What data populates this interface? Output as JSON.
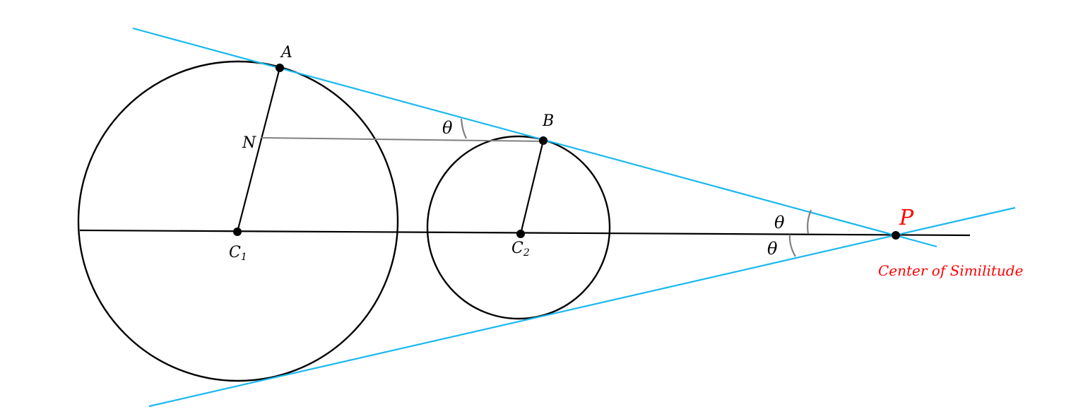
{
  "labels": {
    "A": "A",
    "B": "B",
    "N": "N",
    "C": "C",
    "c1_sub": "1",
    "c2_sub": "2",
    "P": "P",
    "theta_top": "θ",
    "theta_mid": "θ",
    "theta_bottom": "θ",
    "caption": "Center of Similitude"
  },
  "colors": {
    "tangent_line": "#1ab8f0",
    "circle_stroke": "#000000",
    "axis_line": "#000000",
    "helper_line": "#808080",
    "angle_arc": "#808080",
    "highlight": "#ff0000",
    "point": "#000000"
  }
}
